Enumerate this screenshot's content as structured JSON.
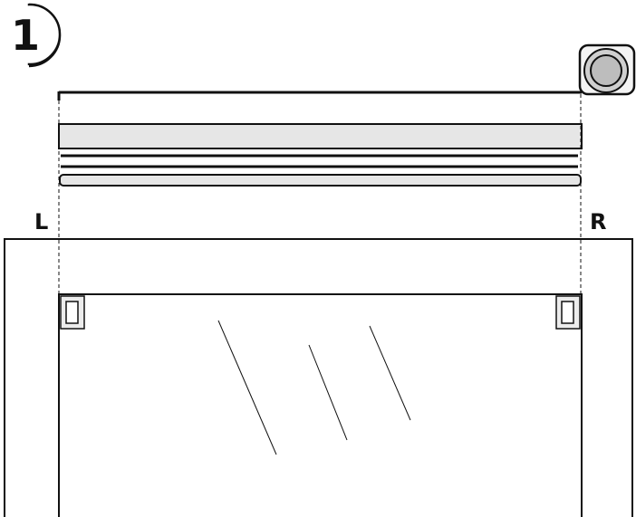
{
  "step": {
    "number": "1"
  },
  "labels": {
    "left": "L",
    "right": "R"
  },
  "icons": {
    "tape_measure": "tape-measure-icon"
  },
  "colors": {
    "line": "#111111",
    "fill_light": "#e6e6e6",
    "fill_icon": "#bdbdbd",
    "background": "#ffffff"
  }
}
